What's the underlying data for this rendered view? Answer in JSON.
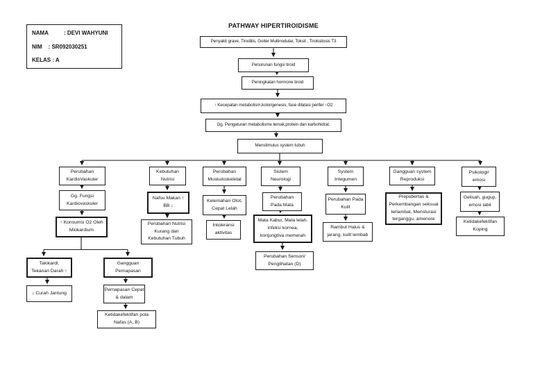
{
  "doc": {
    "title": "PATHWAY HIPERTIROIDISME"
  },
  "info": {
    "lines": [
      "NAMA          : DEVI WAHYUNI",
      "NIM    : SR092030251",
      "KELAS : A"
    ]
  },
  "nodes": {
    "cause": "Penyakit grave, Tiroditis, Goiter Multinodular, Toksit , Tiroksitosis T3",
    "penurunan": "Penurunan fungsi tiroid",
    "peningkatan": "Peningkatan hormone tiroid",
    "kecepatan": "↑ Kecepatan metabolism,kolorigenesis, fase dilatasi perifer  ↑O2",
    "pengaturan": "Gg. Pengaturan metabolisme lemak,protein dan karbohidrat.",
    "menstimulus": "Menstimulus system tubuh",
    "kardio": "Perubahan\nKardioVaskuler",
    "gg_kardio": "Gg. Fungsi\nKardiovaskuler",
    "konsumsi_o2": "↑ Konsumsi O2 Oleh\nMiokardium",
    "takikardi": "Takikardi,\nTekanan Darah ↑",
    "curah": "↓ Curah Jantung",
    "gangguan_pernapasan": "Gangguan\nPernapasan",
    "pernapasan_cepat": "Pernapasan Cepat\n& dalam",
    "pola_nafas": "Ketidakefektifan pola\nNafas (A, B)",
    "kebutuhan_nutrisi": "Kebutuhan\nNutrisi",
    "nafsu_makan": "Nafsu Makan ↑\nBB ↓",
    "nutrisi_kurang": "Perubahan Nutrisi\nKurang dari\nKebutuhan Tubuh",
    "muskulo": "Perubahan\nMuskuloskeletal",
    "kelemahan": "Kelemahan Otot,\nCepat Lelah",
    "intoleransi": "Intoleransi\naktivitas",
    "neurologi": "Sistem\nNeurologi",
    "pada_mata": "Perubahan\nPada Mata",
    "mata_kabur": "Mata Kabur, Mata lelah,\ninfeksi kornea,\nkonjungtiva memerah",
    "sensori": "Perubahan Sensori/\nPenglihatan (D)",
    "integumen": "System\nIntegumen",
    "kulit": "Perubahan Pada\nKulit",
    "rambut": "Rambut Halus &\njarang, kulit lembab",
    "reproduksi": "Gangguan system\nReproduksi",
    "prepubertas": "Prepubertas &\nPerkembangan seksual\nterlambat, Mensturasi\nterganggu, amenore",
    "psikologi": "Psikologi/\nemosi",
    "gelisah": "Gelisah, gugup,\nemosi labil",
    "koping": "Ketidakefektifan\nKoping"
  }
}
